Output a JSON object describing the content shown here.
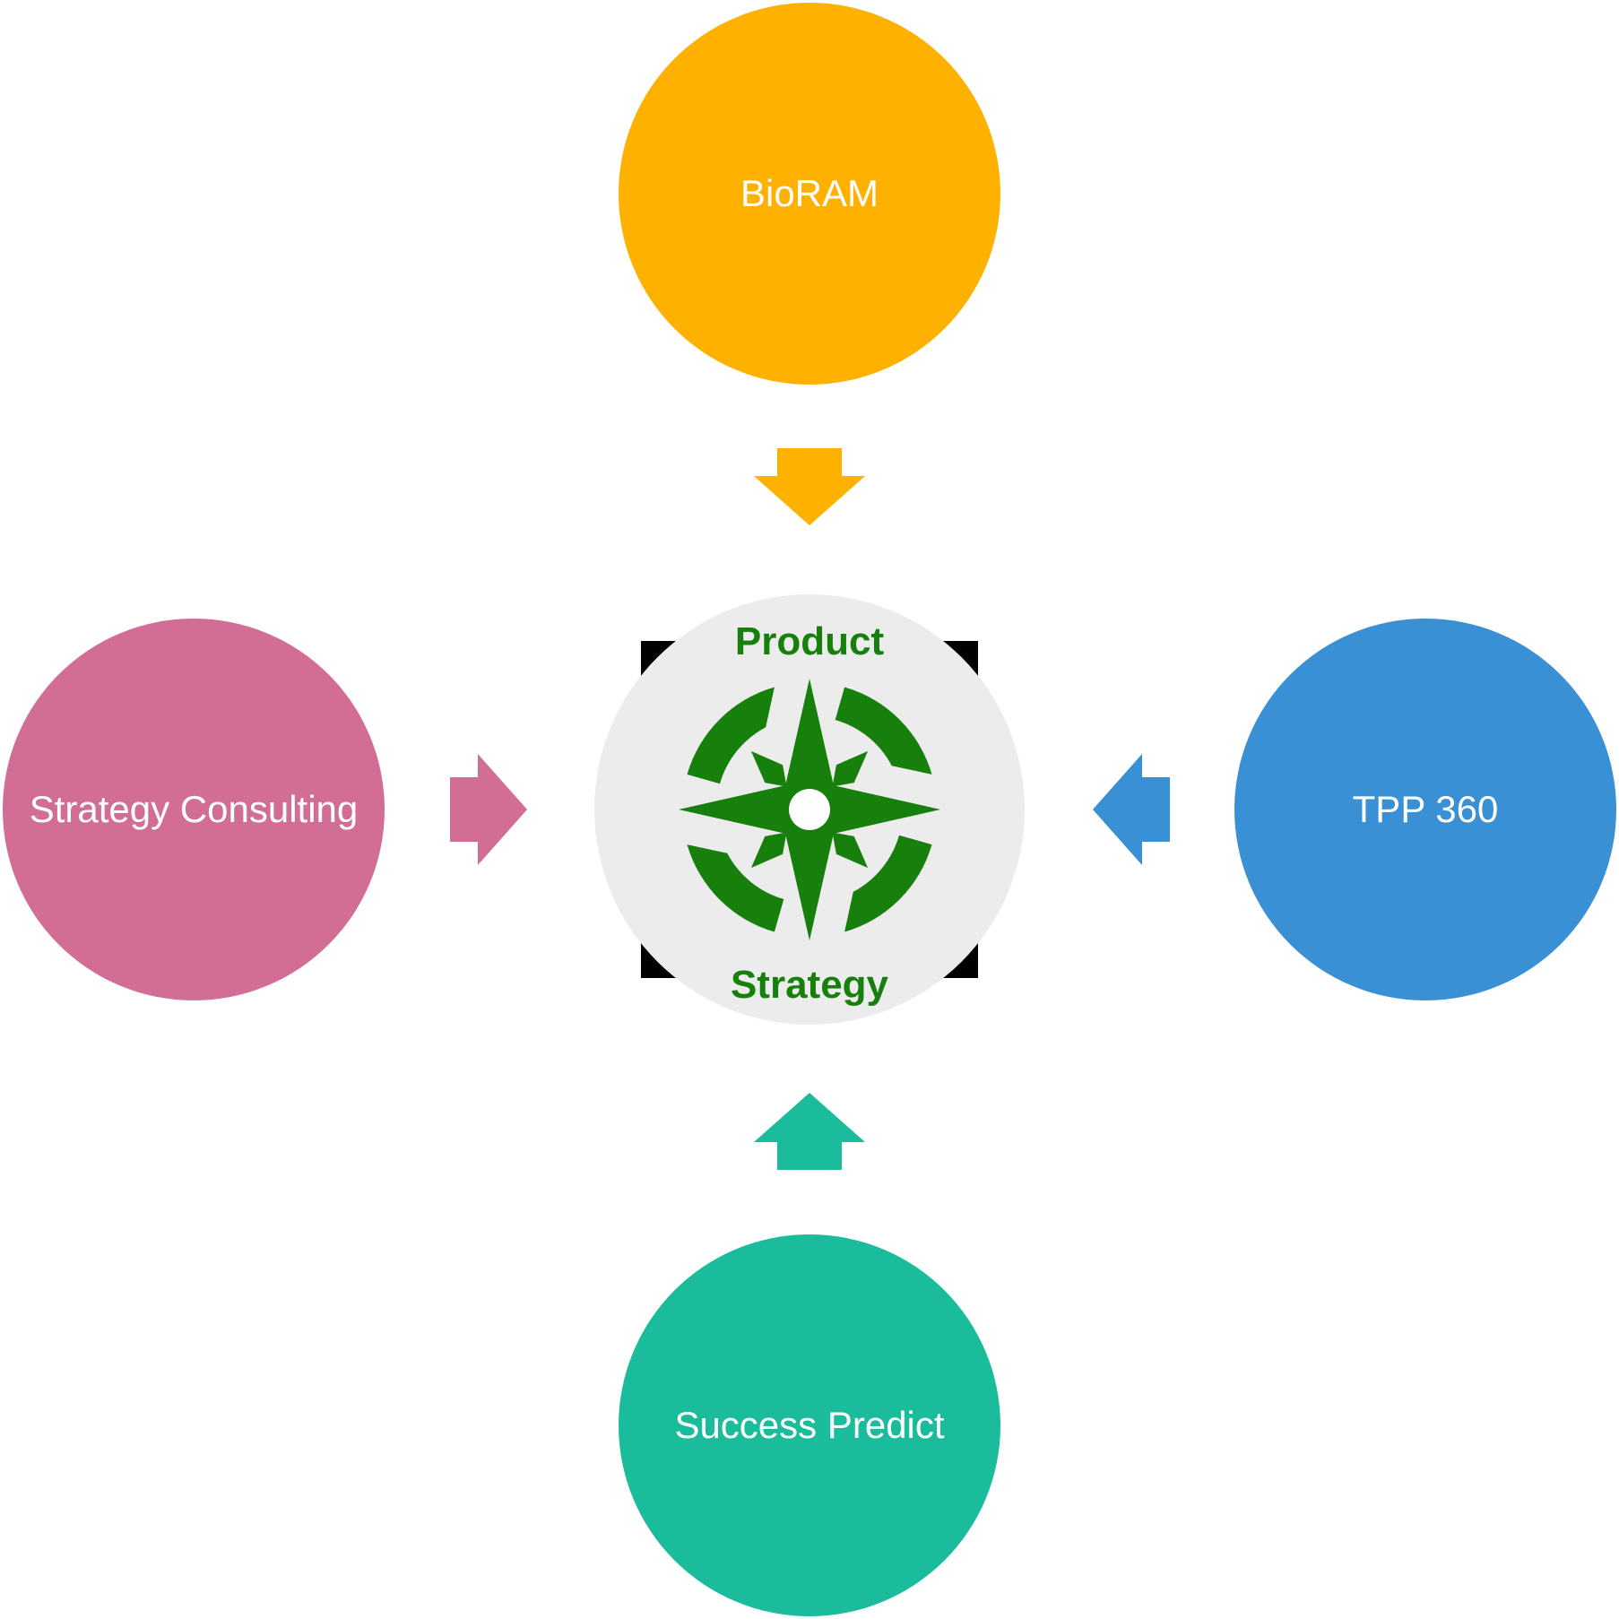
{
  "diagram": {
    "center": {
      "label_top": "Product",
      "label_bottom": "Strategy",
      "icon": "compass-rose-icon",
      "circle_color": "#ECECEC",
      "text_color": "#17800D",
      "compass_color": "#17800D",
      "hub_color": "#FFFFFF",
      "corner_marks_color": "#000000"
    },
    "nodes": {
      "top": {
        "label": "BioRAM",
        "color": "#FFB100",
        "arrow": "down"
      },
      "left": {
        "label": "Strategy Consulting",
        "color": "#D26E96",
        "arrow": "right"
      },
      "right": {
        "label": "TPP 360",
        "color": "#3A90D4",
        "arrow": "left"
      },
      "bottom": {
        "label": "Success Predict",
        "color": "#1ABC9C",
        "arrow": "up"
      }
    },
    "colors": {
      "background": "#FFFFFF",
      "node_label_text": "#FFFFFF"
    }
  }
}
